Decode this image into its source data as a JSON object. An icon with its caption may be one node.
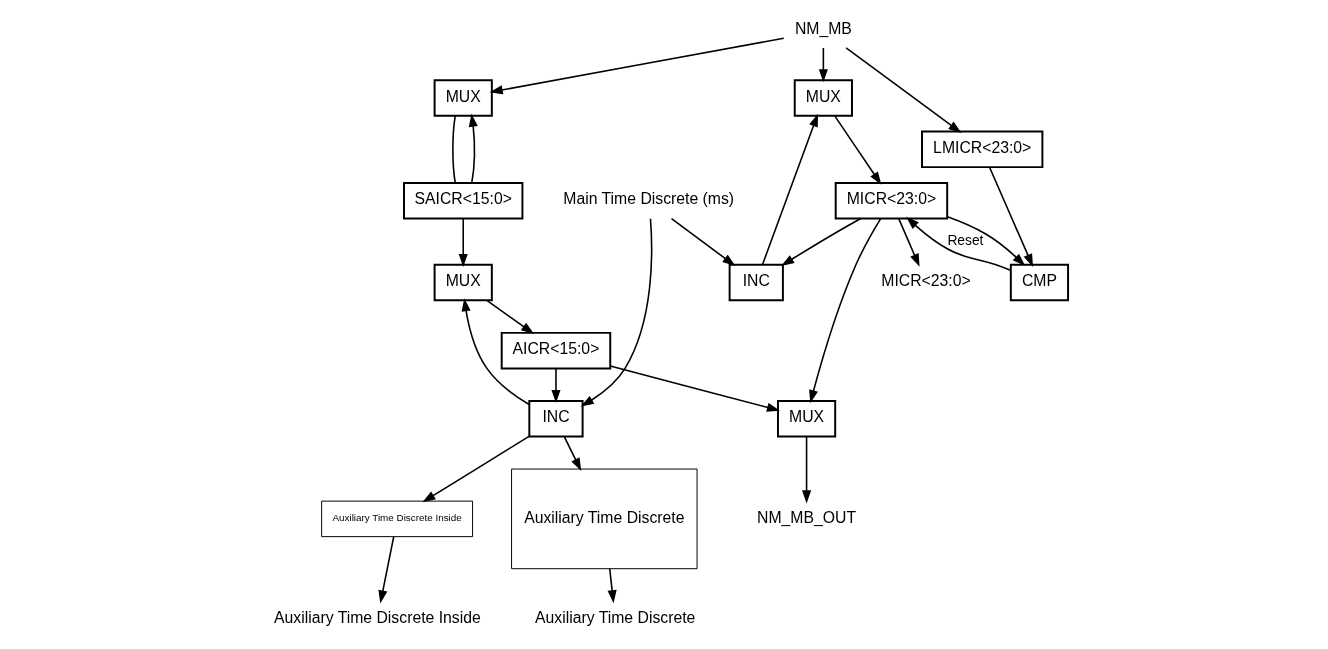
{
  "diagram": {
    "nodes": [
      {
        "text": [
          "NM_MB"
        ]
      },
      {
        "text": [
          "MUX"
        ]
      },
      {
        "text": [
          "SAICR<15:0>"
        ]
      },
      {
        "text": [
          "MUX"
        ]
      },
      {
        "text": [
          "LMICR<23:0>"
        ]
      },
      {
        "text": [
          "CMP"
        ]
      },
      {
        "text": [
          "MICR<23:0>"
        ]
      },
      {
        "text": [
          "MUX"
        ]
      },
      {
        "text": [
          "AICR<15:0>"
        ]
      },
      {
        "text": [
          "Main Time Discrete (ms)"
        ]
      },
      {
        "text": [
          "INC"
        ]
      },
      {
        "text": [
          "INC"
        ]
      },
      {
        "text": [
          "Auxiliary Time Discrete Inside"
        ]
      },
      {
        "text": [
          "Auxiliary Time Discrete Inside"
        ]
      },
      {
        "text": [
          "Auxiliary Time Discrete"
        ]
      },
      {
        "text": [
          "Auxiliary Time Discrete"
        ]
      },
      {
        "text": [
          "MUX"
        ]
      },
      {
        "text": [
          "MICR<23:0>"
        ]
      },
      {
        "text": [
          "NM_MB_OUT"
        ]
      }
    ],
    "edges": [
      {
        "from": 0,
        "to": 3,
        "arrow": "to"
      },
      {
        "from": 0,
        "to": 4,
        "arrow": "to"
      },
      {
        "from": 0,
        "to": 1,
        "arrow": "to"
      },
      {
        "from": 1,
        "to": 2,
        "arrow": "none"
      },
      {
        "from": 2,
        "to": 1,
        "arrow": "to"
      },
      {
        "from": 2,
        "to": 7,
        "arrow": "to"
      },
      {
        "from": 3,
        "to": 6,
        "arrow": "to"
      },
      {
        "from": 4,
        "to": 5,
        "arrow": "to"
      },
      {
        "from": 5,
        "to": 6,
        "label": "Reset",
        "arrow": "to"
      },
      {
        "from": 7,
        "to": 8,
        "arrow": "to"
      },
      {
        "from": 6,
        "to": 10,
        "arrow": "to"
      },
      {
        "from": 6,
        "to": 5,
        "arrow": "to"
      },
      {
        "from": 6,
        "to": 17,
        "arrow": "to"
      },
      {
        "from": 6,
        "to": 16,
        "arrow": "to"
      },
      {
        "from": 10,
        "to": 3,
        "arrow": "to"
      },
      {
        "from": 9,
        "to": 10,
        "arrow": "to"
      },
      {
        "from": 9,
        "to": 11,
        "arrow": "to"
      },
      {
        "from": 8,
        "to": 11,
        "arrow": "to"
      },
      {
        "from": 8,
        "to": 16,
        "arrow": "to"
      },
      {
        "from": 11,
        "to": 7,
        "arrow": "to"
      },
      {
        "from": 11,
        "to": 12,
        "arrow": "to"
      },
      {
        "from": 11,
        "to": 14,
        "arrow": "to"
      },
      {
        "from": 12,
        "to": 13,
        "arrow": "to"
      },
      {
        "from": 14,
        "to": 15,
        "arrow": "to"
      },
      {
        "from": 16,
        "to": 18,
        "arrow": "to"
      }
    ]
  }
}
